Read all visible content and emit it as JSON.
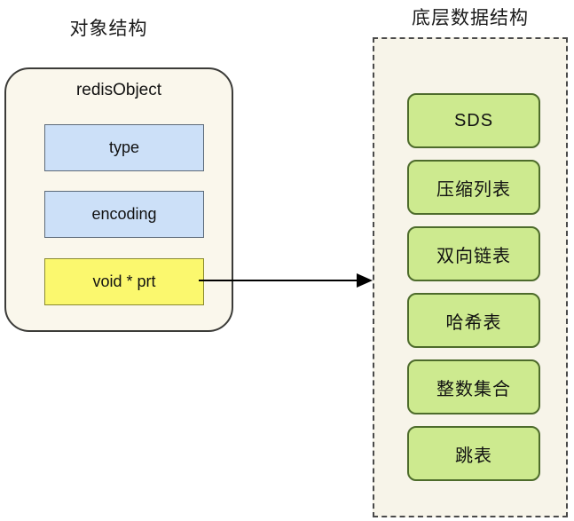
{
  "titles": {
    "left": "对象结构",
    "right": "底层数据结构"
  },
  "object_card": {
    "label": "redisObject",
    "fields": [
      {
        "label": "type",
        "color": "#cce0f8"
      },
      {
        "label": "encoding",
        "color": "#cce0f8"
      },
      {
        "label": "void * prt",
        "color": "#fbf86e"
      }
    ]
  },
  "underlying_panel": {
    "boxes": [
      {
        "label": "SDS"
      },
      {
        "label": "压缩列表"
      },
      {
        "label": "双向链表"
      },
      {
        "label": "哈希表"
      },
      {
        "label": "整数集合"
      },
      {
        "label": "跳表"
      }
    ],
    "box_color": "#cdea8f",
    "border_color": "#4d6b2b"
  },
  "connector": {
    "from": "void * prt",
    "to": "underlying-panel",
    "style": "solid-arrow"
  }
}
